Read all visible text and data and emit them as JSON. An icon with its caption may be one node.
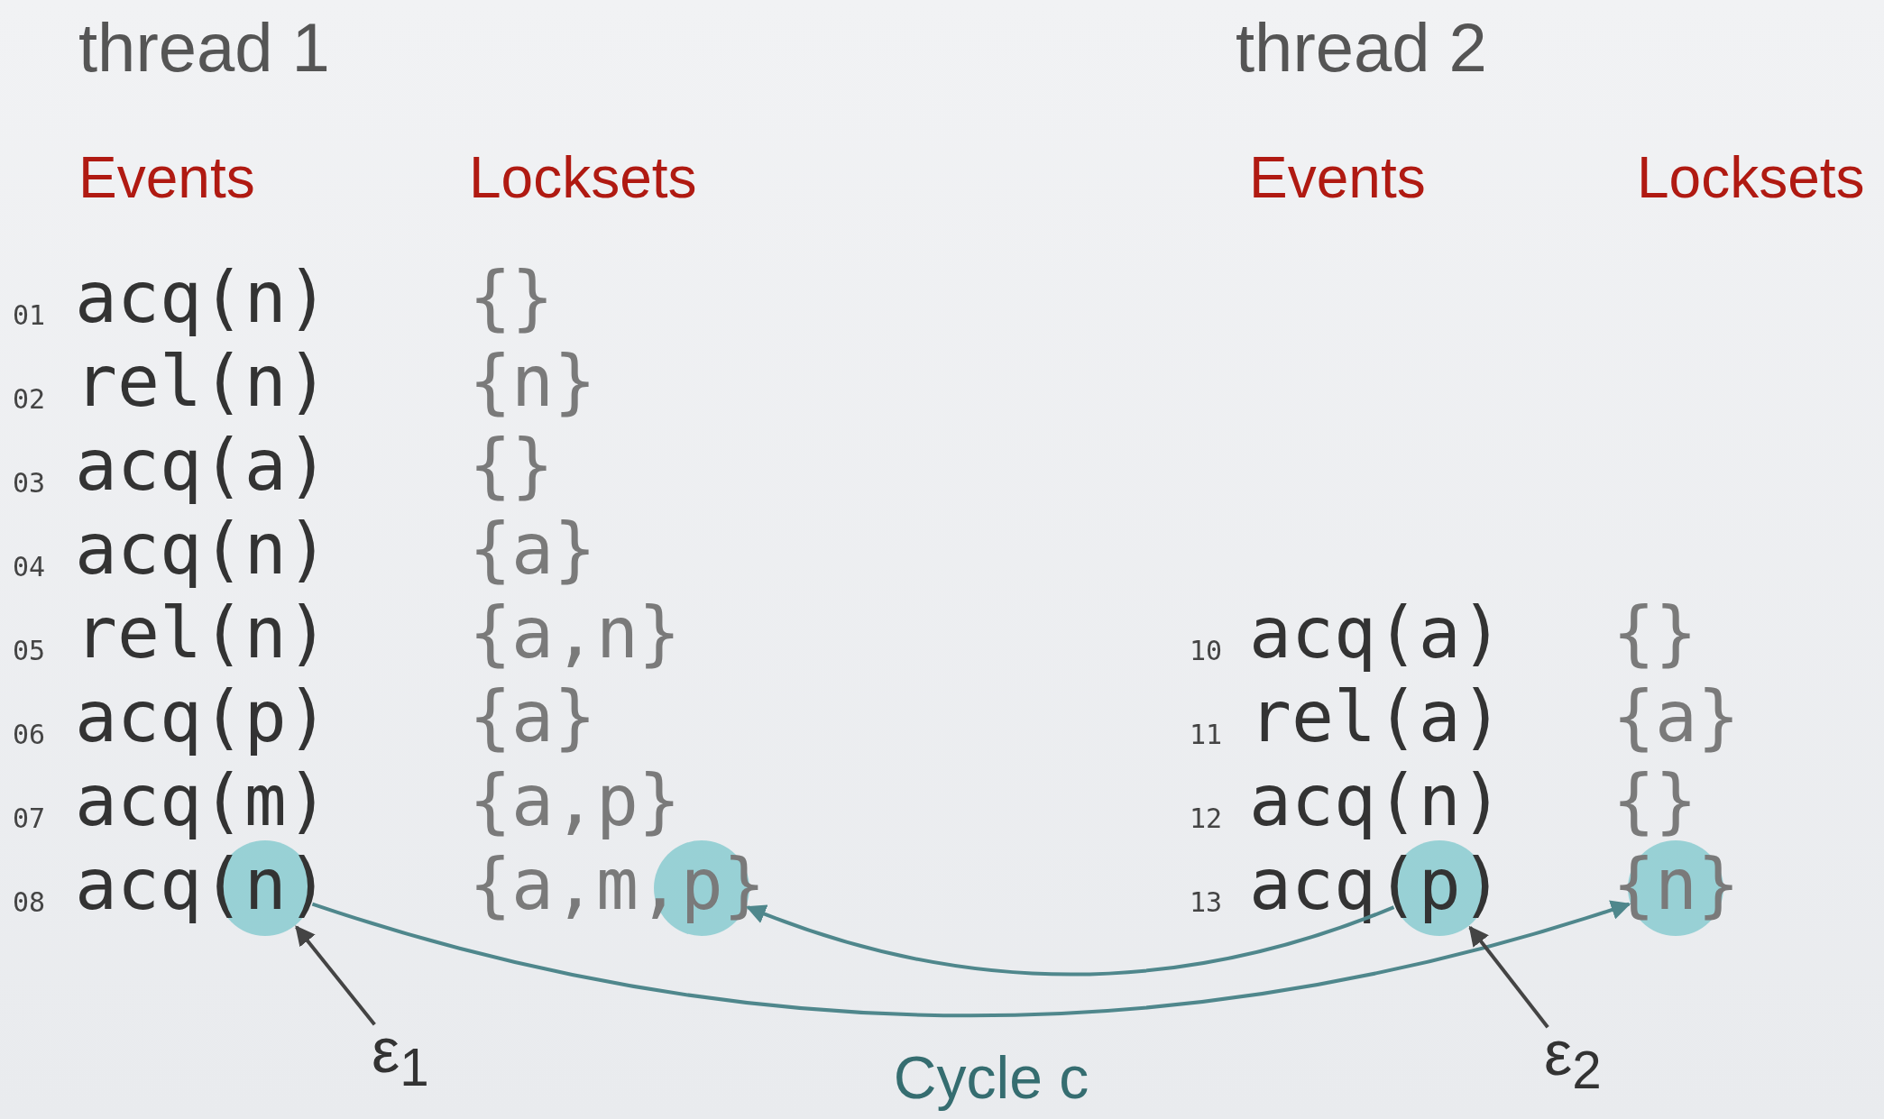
{
  "diagram": {
    "nodes": [
      {
        "text": [],
        "shape": "circle"
      },
      {
        "text": [],
        "shape": "circle"
      },
      {
        "text": [],
        "shape": "circle"
      },
      {
        "text": [],
        "shape": "circle"
      },
      {
        "text": [
          "ε$_{1}$"
        ]
      },
      {
        "text": [
          "ε$_{2}$"
        ]
      }
    ],
    "edges": [
      {
        "from": 0,
        "to": 3,
        "arrow": "to",
        "color": "#4f878c"
      },
      {
        "from": 2,
        "to": 1,
        "arrow": "to",
        "color": "#4f878c"
      },
      {
        "from": 4,
        "to": 0,
        "arrow": "to"
      },
      {
        "from": 5,
        "to": 2,
        "arrow": "to"
      }
    ],
    "labels": [
      "thread 1",
      "thread 2",
      "Events",
      "Locksets",
      "Events",
      "Locksets",
      "01",
      "acq(n)",
      "{}",
      "02",
      "rel(n)",
      "{n}",
      "03",
      "acq(a)",
      "{}",
      "04",
      "acq(n)",
      "{a}",
      "05",
      "rel(n)",
      "{a,n}",
      "10",
      "acq(a)",
      "{}",
      "06",
      "acq(p)",
      "{a}",
      "11",
      "rel(a)",
      "{a}",
      "07",
      "acq(m)",
      "{a,p}",
      "12",
      "acq(n)",
      "{}",
      "08",
      "acq(n)",
      "{a,m,p}",
      "13",
      "acq(p)",
      "{n}",
      "Cycle c"
    ]
  }
}
